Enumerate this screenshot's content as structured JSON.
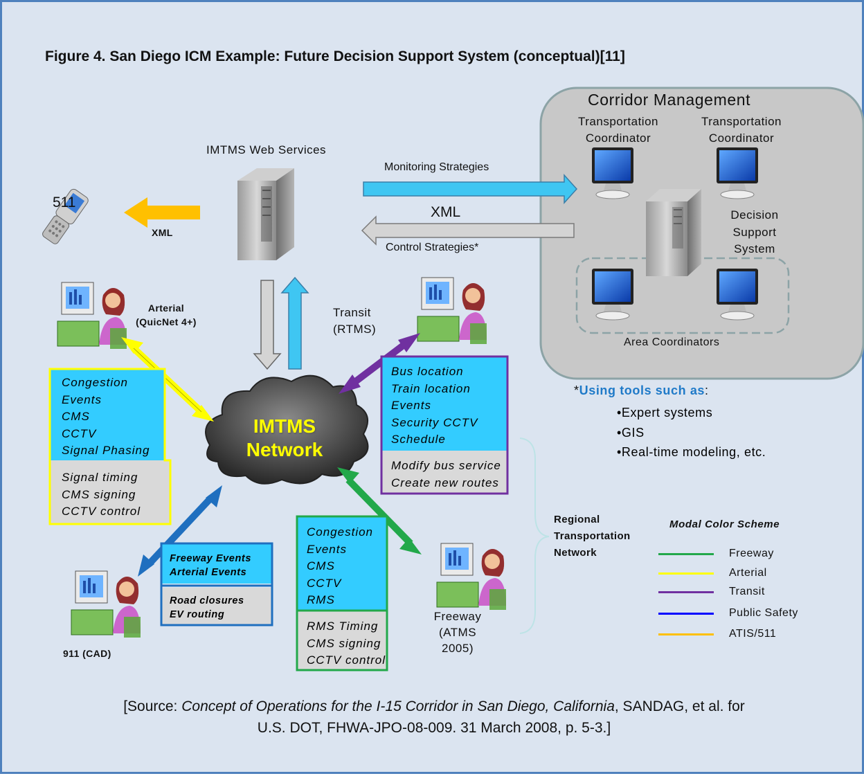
{
  "figure": {
    "title": "Figure 4.  San Diego ICM Example: Future Decision Support System (conceptual)[11]"
  },
  "server": {
    "label": "IMTMS Web Services"
  },
  "phone": {
    "label": "511",
    "xml_label": "XML"
  },
  "corridor": {
    "title": "Corridor Management",
    "coordinator_left": [
      "Transportation",
      "Coordinator"
    ],
    "coordinator_right": [
      "Transportation",
      "Coordinator"
    ],
    "dss": [
      "Decision",
      "Support",
      "System"
    ],
    "area_label": "Area Coordinators"
  },
  "links": {
    "monitoring": "Monitoring Strategies",
    "xml": "XML",
    "control": "Control Strategies*"
  },
  "cloud": {
    "lines": [
      "IMTMS",
      "Network"
    ]
  },
  "arterial": {
    "label": [
      "Arterial",
      "(QuicNet 4+)"
    ],
    "inputs": [
      "Congestion",
      "Events",
      "CMS",
      "CCTV",
      "Signal Phasing"
    ],
    "outputs": [
      "Signal timing",
      "CMS signing",
      "CCTV control"
    ]
  },
  "transit": {
    "label": [
      "Transit",
      "(RTMS)"
    ],
    "inputs": [
      "Bus location",
      "Train location",
      "Events",
      "Security CCTV",
      "Schedule"
    ],
    "outputs": [
      "Modify bus service",
      "Create new routes"
    ]
  },
  "public_safety": {
    "label": "911 (CAD)",
    "inputs": [
      "Freeway Events",
      "Arterial Events"
    ],
    "outputs": [
      "Road closures",
      "EV routing"
    ]
  },
  "freeway": {
    "label": [
      "Freeway",
      "(ATMS",
      "2005)"
    ],
    "inputs": [
      "Congestion",
      "Events",
      "CMS",
      "CCTV",
      "RMS"
    ],
    "outputs": [
      "RMS Timing",
      "CMS signing",
      "CCTV control"
    ]
  },
  "tools": {
    "prefix": "*",
    "heading": "Using tools such as",
    "colon": ":",
    "items": [
      "•Expert systems",
      "•GIS",
      "•Real-time modeling, etc."
    ]
  },
  "regional": {
    "label": [
      "Regional",
      "Transportation",
      "Network"
    ]
  },
  "legend": {
    "title": "Modal Color Scheme",
    "entries": [
      {
        "label": "Freeway",
        "color": "#22a84a"
      },
      {
        "label": "Arterial",
        "color": "#ffff00"
      },
      {
        "label": "Transit",
        "color": "#7030a0"
      },
      {
        "label": "Public Safety",
        "color": "#0000ff"
      },
      {
        "label": "ATIS/511",
        "color": "#ffc000"
      }
    ]
  },
  "colors": {
    "panel_bg": "#dbe4f0",
    "frame": "#4f81bd",
    "cyan": "#33ccff",
    "grey_box": "#d9d9d9",
    "arrow_cyan": "#3fc6f2",
    "arrow_grey": "#d4d4d4",
    "arrow_yellow": "#ffff00",
    "arrow_purple": "#7030a0",
    "arrow_green": "#22a84a",
    "arrow_blue": "#1f6fbf",
    "arrow_orange": "#ffc000"
  },
  "source": {
    "prefix": "[Source: ",
    "title": "Concept of Operations for the I-15 Corridor in San Diego, California",
    "rest1": ", SANDAG, et al. for",
    "line2": "U.S. DOT, FHWA-JPO-08-009. 31 March 2008, p. 5-3.]"
  }
}
